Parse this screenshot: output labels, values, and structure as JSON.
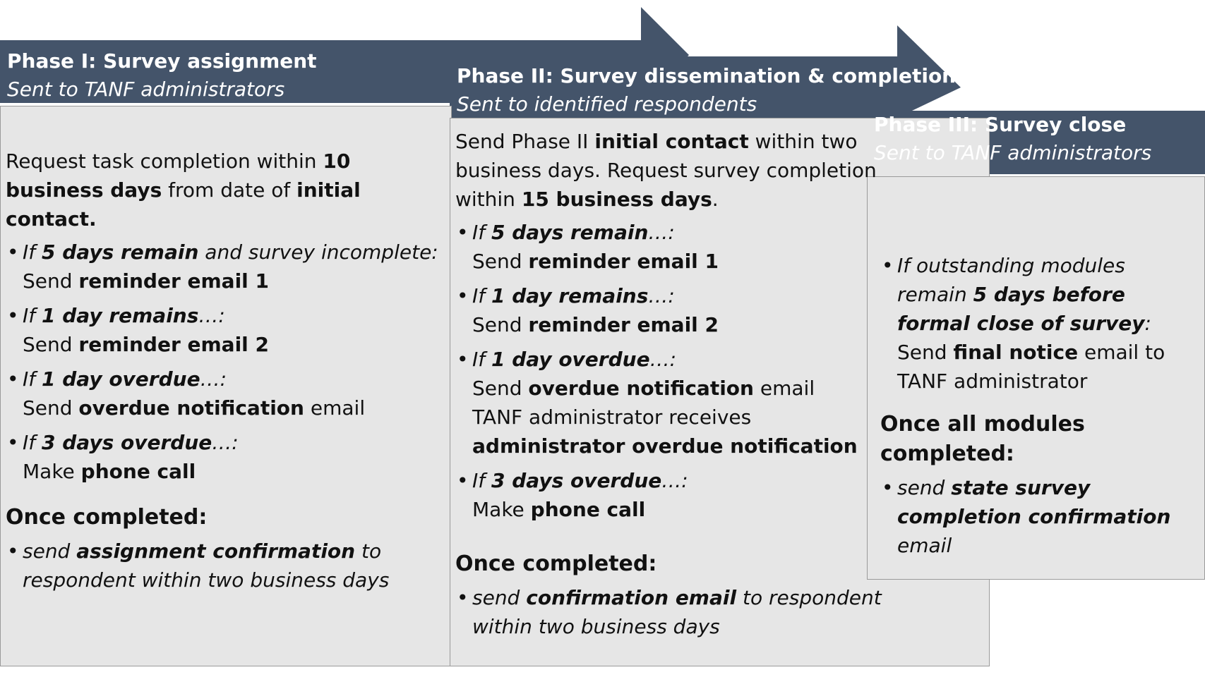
{
  "colors": {
    "header_bg": "#44546a",
    "panel_bg": "#e6e6e6",
    "text": "#111111",
    "header_text": "#ffffff"
  },
  "phases": [
    {
      "title": "Phase I: Survey assignment",
      "subtitle": "Sent to TANF administrators",
      "intro": {
        "a": "Request task completion within ",
        "b": "10 business days",
        "c": " from date of ",
        "d": "initial contact."
      },
      "bullets": [
        {
          "cond_b": "5 days remain",
          "cond_rest": " and survey incomplete:",
          "act_a": "Send ",
          "act_b": "reminder email 1",
          "act_c": ""
        },
        {
          "cond_b": "1 day remains",
          "cond_rest": "…:",
          "act_a": "Send ",
          "act_b": "reminder email 2",
          "act_c": ""
        },
        {
          "cond_b": "1 day overdue",
          "cond_rest": "…:",
          "act_a": "Send ",
          "act_b": "overdue notification",
          "act_c": " email"
        },
        {
          "cond_b": "3 days overdue",
          "cond_rest": "…:",
          "act_a": "Make ",
          "act_b": "phone call",
          "act_c": ""
        }
      ],
      "once_label": "Once completed:",
      "once_bullet": {
        "a": "send ",
        "b": "assignment confirmation",
        "c": " to respondent within two business days"
      }
    },
    {
      "title": "Phase II: Survey dissemination & completion",
      "subtitle": "Sent to identified respondents",
      "intro": {
        "a": "Send Phase II ",
        "b": "initial contact",
        "c": " within two business days. Request survey completion within ",
        "d": "15 business days",
        "e": "."
      },
      "bullets": [
        {
          "cond_b": "5 days remain",
          "cond_rest": "…:",
          "act_a": "Send ",
          "act_b": "reminder email 1",
          "act_c": ""
        },
        {
          "cond_b": "1 day remains",
          "cond_rest": "…:",
          "act_a": "Send ",
          "act_b": "reminder email 2",
          "act_c": ""
        },
        {
          "cond_b": "1 day overdue",
          "cond_rest": "…:",
          "act_a": "Send ",
          "act_b": "overdue notification",
          "act_c": " email",
          "extra_a": "TANF administrator receives",
          "extra_b": "administrator overdue notification"
        },
        {
          "cond_b": "3 days overdue",
          "cond_rest": "…:",
          "act_a": "Make ",
          "act_b": "phone call",
          "act_c": ""
        }
      ],
      "once_label": "Once completed:",
      "once_bullet": {
        "a": "send ",
        "b": "confirmation email",
        "c": " to respondent within two business days"
      }
    },
    {
      "title": "Phase III: Survey close",
      "subtitle": "Sent to TANF administrators",
      "bullet": {
        "cond_a": "If outstanding modules remain ",
        "cond_b": "5 days before formal close of survey",
        "cond_c": ":",
        "act_a": "Send ",
        "act_b": "final notice",
        "act_c": " email to TANF administrator"
      },
      "once_label": "Once all modules completed:",
      "once_bullet": {
        "a": "send ",
        "b": "state survey completion confirmation",
        "c": " email"
      }
    }
  ],
  "labels": {
    "if": "If ",
    "dot": "•"
  }
}
